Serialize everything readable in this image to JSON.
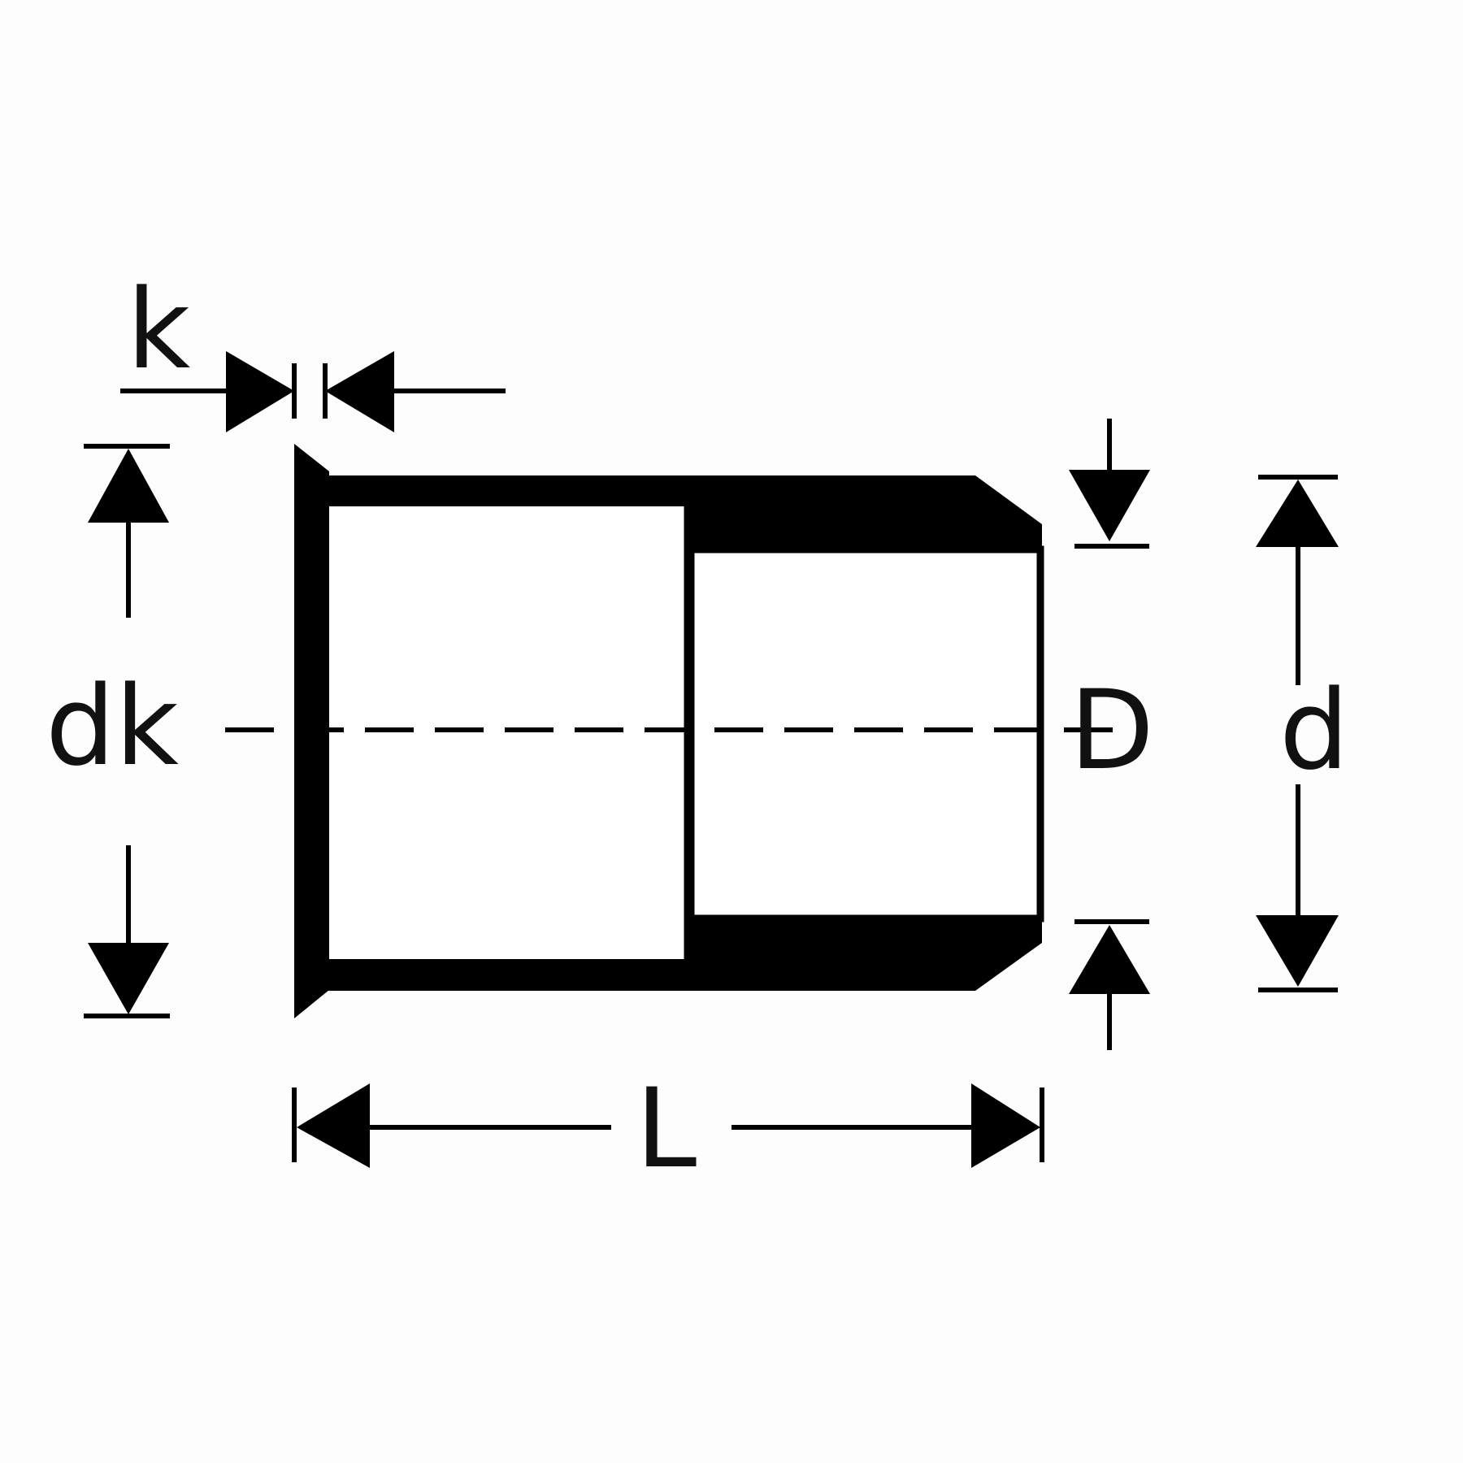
{
  "labels": {
    "k": "k",
    "dk": "dk",
    "D": "D",
    "d": "d",
    "L": "L"
  },
  "colors": {
    "ink": "#000000",
    "background": "#fdfdfd",
    "fill": "#ffffff"
  }
}
